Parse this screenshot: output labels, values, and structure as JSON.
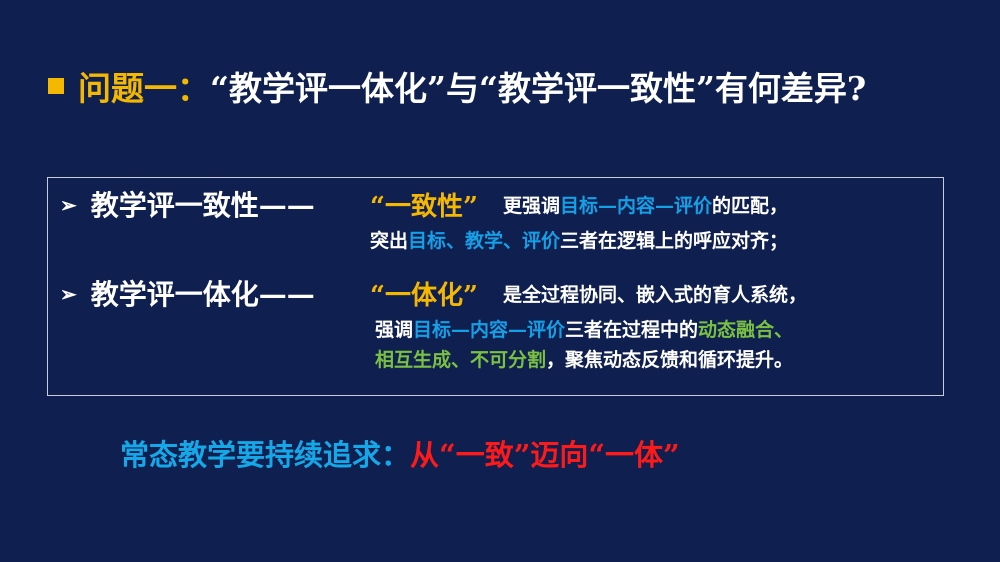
{
  "title": {
    "prefix": "问题一：",
    "main": "“教学评一体化”与“教学评一致性”有何差异?"
  },
  "items": [
    {
      "term": "教学评一致性——",
      "quote": "“一致性”",
      "lines": [
        [
          {
            "t": "更强调",
            "c": "w"
          },
          {
            "t": "目标—内容—评价",
            "c": "b"
          },
          {
            "t": "的匹配，",
            "c": "w"
          }
        ],
        [
          {
            "t": "突出",
            "c": "w"
          },
          {
            "t": "目标、教学、评价",
            "c": "b"
          },
          {
            "t": "三者在逻辑上的呼应对齐；",
            "c": "w"
          }
        ]
      ]
    },
    {
      "term": "教学评一体化——",
      "quote": "“一体化”",
      "lines": [
        [
          {
            "t": "是全过程协同、嵌入式的育人系统，",
            "c": "w"
          }
        ],
        [
          {
            "t": "强调",
            "c": "w"
          },
          {
            "t": "目标—内容—评价",
            "c": "b"
          },
          {
            "t": "三者在过程中的",
            "c": "w"
          },
          {
            "t": "动态融合、",
            "c": "g"
          }
        ],
        [
          {
            "t": "相互生成、不可分割",
            "c": "g"
          },
          {
            "t": "，聚焦动态反馈和循环提升。",
            "c": "w"
          }
        ]
      ]
    }
  ],
  "bottom": {
    "lead": "常态教学要持续追求：",
    "highlight": "从“一致”迈向“一体”"
  },
  "colors": {
    "background": "#0f1f50",
    "yellow": "#f5b800",
    "blue": "#14a0e6",
    "green": "#7ac142",
    "red": "#ff1a1a"
  }
}
